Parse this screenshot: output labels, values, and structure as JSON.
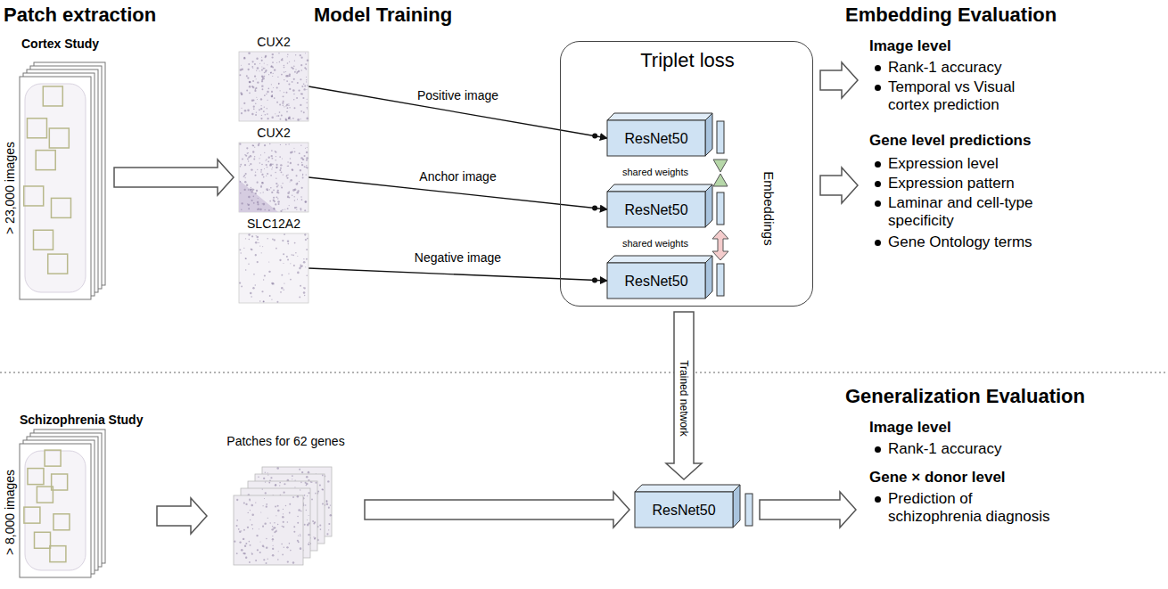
{
  "diagram": {
    "nodes": [
      {
        "text": [
          "Cortex Study",
          "> 23,000 images"
        ]
      },
      {
        "text": [
          "CUX2"
        ]
      },
      {
        "text": [
          "CUX2"
        ]
      },
      {
        "text": [
          "SLC12A2"
        ]
      },
      {
        "text": [
          "Triplet loss"
        ]
      },
      {
        "text": [
          "ResNet50"
        ],
        "in": 4
      },
      {
        "text": [
          "ResNet50"
        ],
        "in": 4
      },
      {
        "text": [
          "ResNet50"
        ],
        "in": 4
      },
      {
        "text": [
          "Schizophrenia Study",
          "> 8,000 images"
        ]
      },
      {
        "text": [
          "Patches for 62 genes"
        ]
      },
      {
        "text": [
          "ResNet50"
        ]
      }
    ],
    "edges": [
      {
        "from": 0,
        "to": 2,
        "arrow": "to"
      },
      {
        "from": 1,
        "to": 5,
        "label": "Positive image",
        "arrow": "to"
      },
      {
        "from": 2,
        "to": 6,
        "label": "Anchor image",
        "arrow": "to"
      },
      {
        "from": 3,
        "to": 7,
        "label": "Negative image",
        "arrow": "to"
      },
      {
        "from": 4,
        "to": 10,
        "label": "Trained network",
        "arrow": "to"
      },
      {
        "from": 8,
        "to": 9,
        "arrow": "to"
      },
      {
        "from": 9,
        "to": 10,
        "arrow": "to"
      }
    ],
    "labels": [
      "Patch extraction",
      "Model Training",
      "Embedding Evaluation",
      "shared weights",
      "shared weights",
      "Embeddings",
      "Image level",
      "Rank-1 accuracy",
      "Temporal vs Visual cortex prediction",
      "Gene level predictions",
      "Expression level",
      "Expression pattern",
      "Laminar and cell-type specificity",
      "Gene Ontology terms",
      "Generalization Evaluation",
      "Image level",
      "Rank-1 accuracy",
      "Gene × donor level",
      "Prediction of schizophrenia diagnosis"
    ]
  }
}
